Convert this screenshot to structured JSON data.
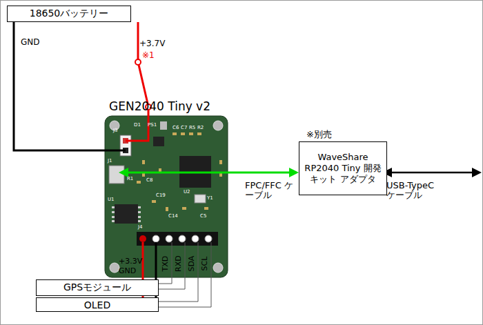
{
  "diagram": {
    "nodes": [
      {
        "text": [
          "18650バッテリー"
        ]
      },
      {
        "text": [
          "GEN2040 Tiny v2"
        ]
      },
      {
        "text": [
          "※別売",
          "WaveShare RP2040 Tiny 開発キット アダプタ"
        ]
      },
      {
        "text": [
          "GPSモジュール"
        ]
      },
      {
        "text": [
          "OLED"
        ]
      }
    ],
    "edges": [
      {
        "from": 0,
        "to": 1,
        "arrow": "none"
      },
      {
        "from": 1,
        "to": 2,
        "label": "FPC/FFC ケーブル",
        "arrow": "both"
      },
      {
        "from": 1,
        "to": 3,
        "arrow": "none"
      },
      {
        "from": 1,
        "to": 4,
        "arrow": "none"
      }
    ],
    "labels": [
      "GND",
      "+3.7V",
      "※1",
      "+3.3V",
      "GND",
      "TXD",
      "RXD",
      "SDA",
      "SCL",
      "USB-TypeC ケーブル",
      "J3",
      "D1",
      "PS1",
      "J1",
      "R1",
      "U1",
      "U2",
      "Y1",
      "J4",
      "C6",
      "C7",
      "R5",
      "R2",
      "C8",
      "C19",
      "C14",
      "C5"
    ]
  }
}
